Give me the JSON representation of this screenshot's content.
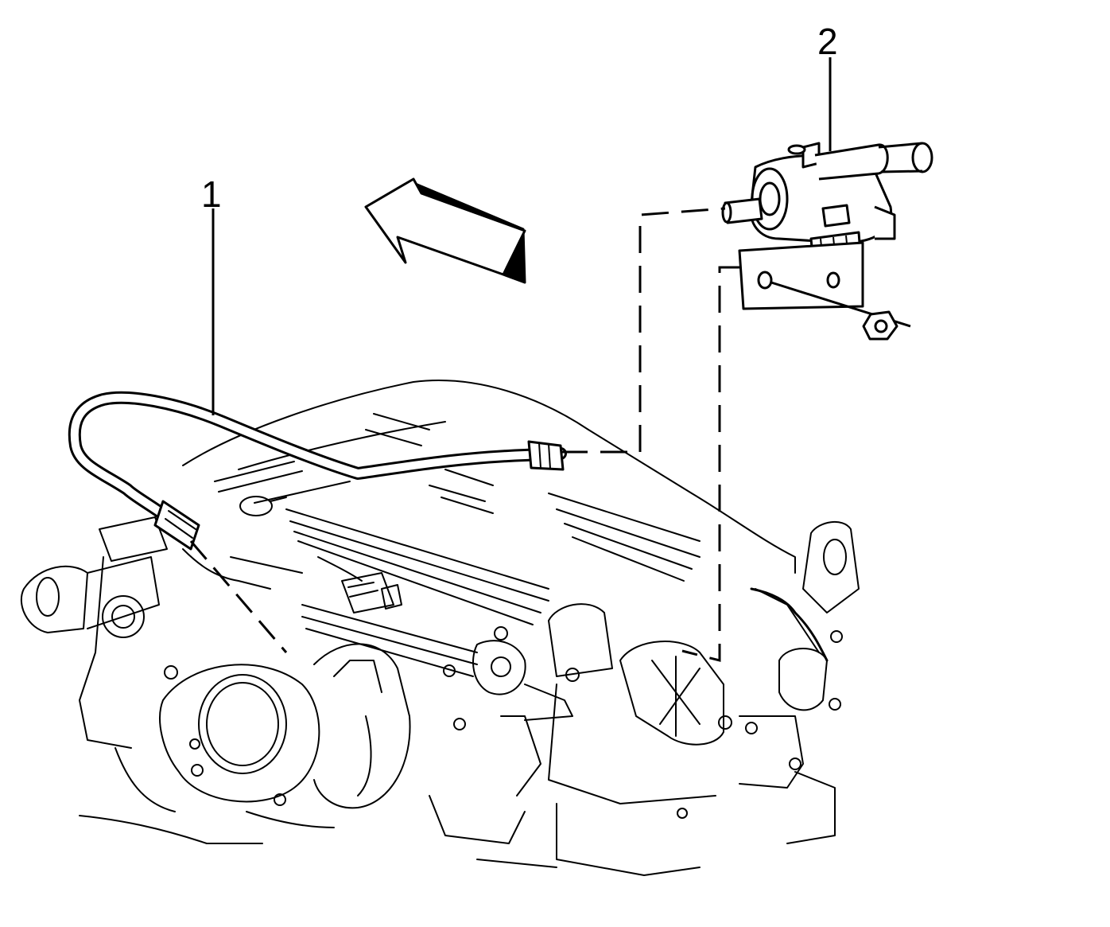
{
  "diagram": {
    "ink_color": "#000000",
    "background_color": "#ffffff",
    "callouts": [
      {
        "id": "1",
        "label": "1"
      },
      {
        "id": "2",
        "label": "2"
      }
    ],
    "icons": [
      "direction-arrow-icon"
    ]
  }
}
